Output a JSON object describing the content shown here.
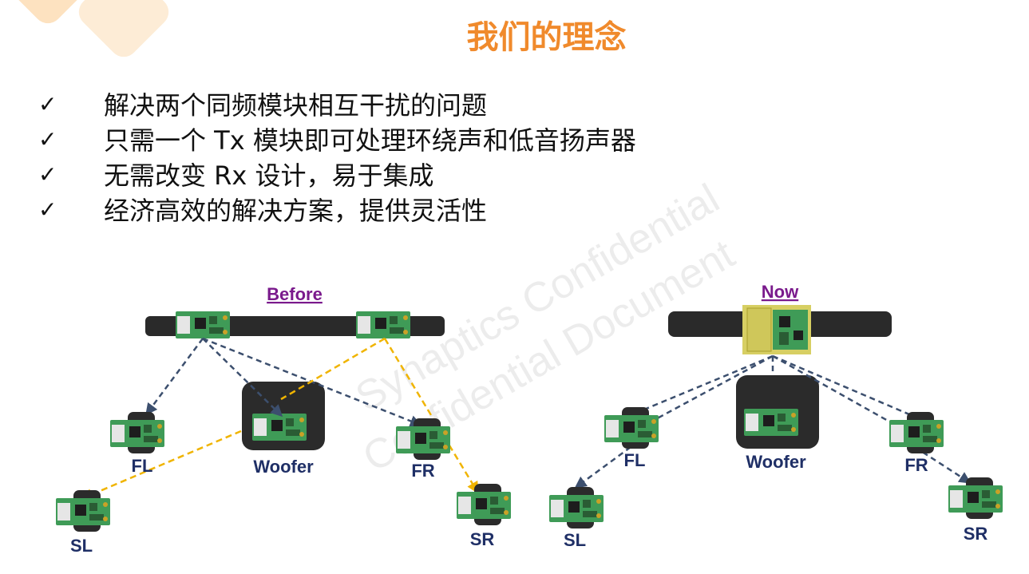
{
  "title": "我们的理念",
  "bullets": [
    {
      "mark": "✓",
      "text": "解决两个同频模块相互干扰的问题"
    },
    {
      "mark": "✓",
      "text": "只需一个 Tx 模块即可处理环绕声和低音扬声器"
    },
    {
      "mark": "✓",
      "text": "无需改变 Rx 设计，易于集成"
    },
    {
      "mark": "✓",
      "text": "经济高效的解决方案，提供灵活性"
    }
  ],
  "before": {
    "heading": "Before",
    "labels": {
      "fl": "FL",
      "fr": "FR",
      "sl": "SL",
      "sr": "SR",
      "woofer": "Woofer"
    }
  },
  "now": {
    "heading": "Now",
    "labels": {
      "fl": "FL",
      "fr": "FR",
      "sl": "SL",
      "sr": "SR",
      "woofer": "Woofer"
    }
  },
  "watermark": {
    "line1": "Synaptics Confidential",
    "line2": "Confidential Document"
  },
  "colors": {
    "title": "#f08a2c",
    "heading": "#7a1a8c",
    "label": "#1f2f66",
    "link_blue": "#3c4f6e",
    "link_yellow": "#f0b400",
    "board": "#3f9b57",
    "speaker": "#2b2b2b"
  }
}
